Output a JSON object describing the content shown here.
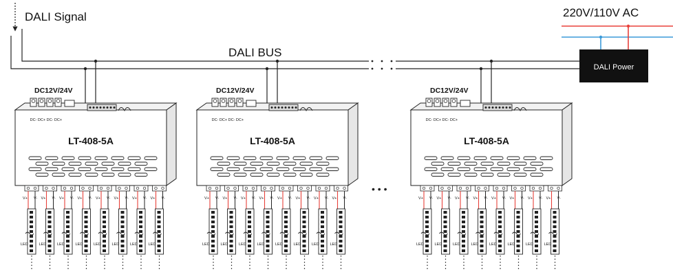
{
  "signal_label": "DALI Signal",
  "ac_label": "220V/110V AC",
  "bus_label": "DALI BUS",
  "power_label": "DALI Power",
  "colors": {
    "ac_red": "#e8403a",
    "ac_blue": "#3a9ad9",
    "line": "#222222",
    "power_fill": "#111111"
  },
  "controllers": [
    {
      "model": "LT-408-5A",
      "supply_label": "DC12V/24V",
      "terminals": [
        "DC-",
        "DC+",
        "DC-",
        "DC+"
      ]
    },
    {
      "model": "LT-408-5A",
      "supply_label": "DC12V/24V",
      "terminals": [
        "DC-",
        "DC+",
        "DC-",
        "DC+"
      ]
    },
    {
      "model": "LT-408-5A",
      "supply_label": "DC12V/24V",
      "terminals": [
        "DC-",
        "DC+",
        "DC-",
        "DC+"
      ]
    }
  ],
  "output_pins": [
    "V+",
    "V-"
  ],
  "led_label": "LED",
  "ellipsis": "• • •"
}
